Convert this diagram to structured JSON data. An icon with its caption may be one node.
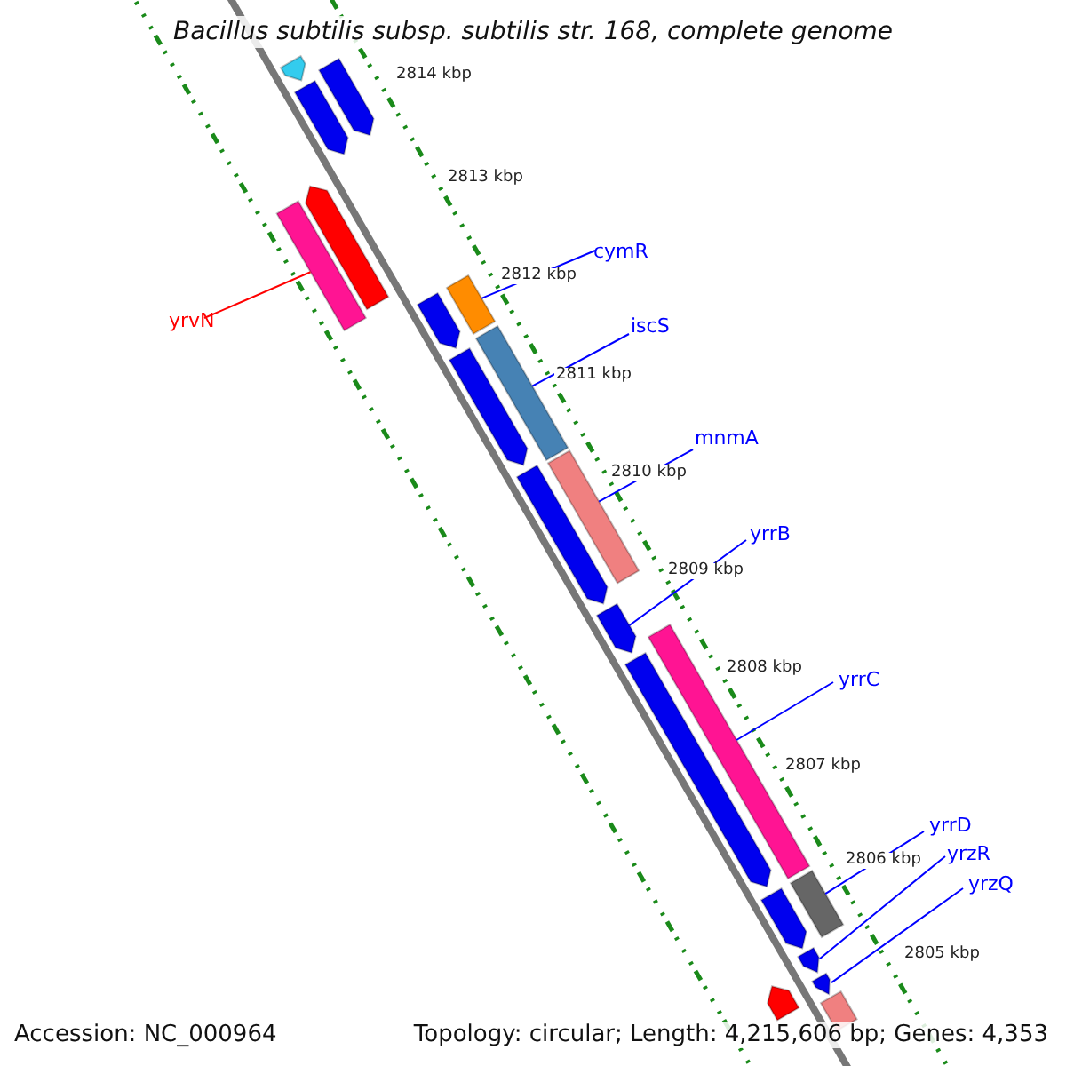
{
  "diagram": {
    "title": "Bacillus subtilis subsp. subtilis str. 168, complete genome",
    "nodes": [
      {
        "text": [
          "cymR"
        ]
      },
      {
        "text": [
          "yrvN"
        ]
      },
      {
        "text": [
          "iscS"
        ]
      },
      {
        "text": [
          "mnmA"
        ]
      },
      {
        "text": [
          "yrrB"
        ]
      },
      {
        "text": [
          "yrrC"
        ]
      },
      {
        "text": [
          "yrrD"
        ]
      },
      {
        "text": [
          "yrzR"
        ]
      },
      {
        "text": [
          "yrzQ"
        ]
      },
      {
        "text": [],
        "shape": "bar"
      },
      {
        "text": [],
        "shape": "bar"
      },
      {
        "text": [],
        "shape": "bar"
      },
      {
        "text": [],
        "shape": "bar"
      },
      {
        "text": [],
        "shape": "pentagon"
      },
      {
        "text": [],
        "shape": "bar"
      },
      {
        "text": [],
        "shape": "bar"
      },
      {
        "text": [],
        "shape": "pentagon"
      },
      {
        "text": [],
        "shape": "pentagon"
      },
      {
        "text": [],
        "shape": "pentagon"
      },
      {
        "text": [],
        "shape": "pentagon"
      },
      {
        "text": [],
        "shape": "pentagon"
      },
      {
        "text": [],
        "shape": "pentagon"
      },
      {
        "text": [],
        "shape": "pentagon"
      },
      {
        "text": [],
        "shape": "pentagon"
      },
      {
        "text": [],
        "shape": "pentagon"
      },
      {
        "text": [],
        "shape": "pentagon"
      },
      {
        "text": [],
        "shape": "pentagon"
      },
      {
        "text": [],
        "shape": "pentagon"
      },
      {
        "text": [],
        "shape": "bar"
      }
    ],
    "edges": [
      {
        "from": 0,
        "to": 10,
        "arrow": "none"
      },
      {
        "from": 1,
        "to": 9,
        "arrow": "none",
        "color": "#ff0000"
      },
      {
        "from": 2,
        "to": 11,
        "arrow": "none"
      },
      {
        "from": 3,
        "to": 12,
        "arrow": "none"
      },
      {
        "from": 4,
        "to": 13,
        "arrow": "none"
      },
      {
        "from": 5,
        "to": 14,
        "arrow": "none"
      },
      {
        "from": 6,
        "to": 15,
        "arrow": "none"
      },
      {
        "from": 7,
        "to": 16,
        "arrow": "none"
      },
      {
        "from": 8,
        "to": 17,
        "arrow": "none"
      }
    ],
    "labels": [
      "2814 kbp",
      "2813 kbp",
      "2812 kbp",
      "2811 kbp",
      "2810 kbp",
      "2809 kbp",
      "2808 kbp",
      "2807 kbp",
      "2806 kbp",
      "2805 kbp",
      "Accession: NC_000964",
      "Topology: circular; Length: 4,215,606 bp; Genes: 4,353"
    ]
  }
}
